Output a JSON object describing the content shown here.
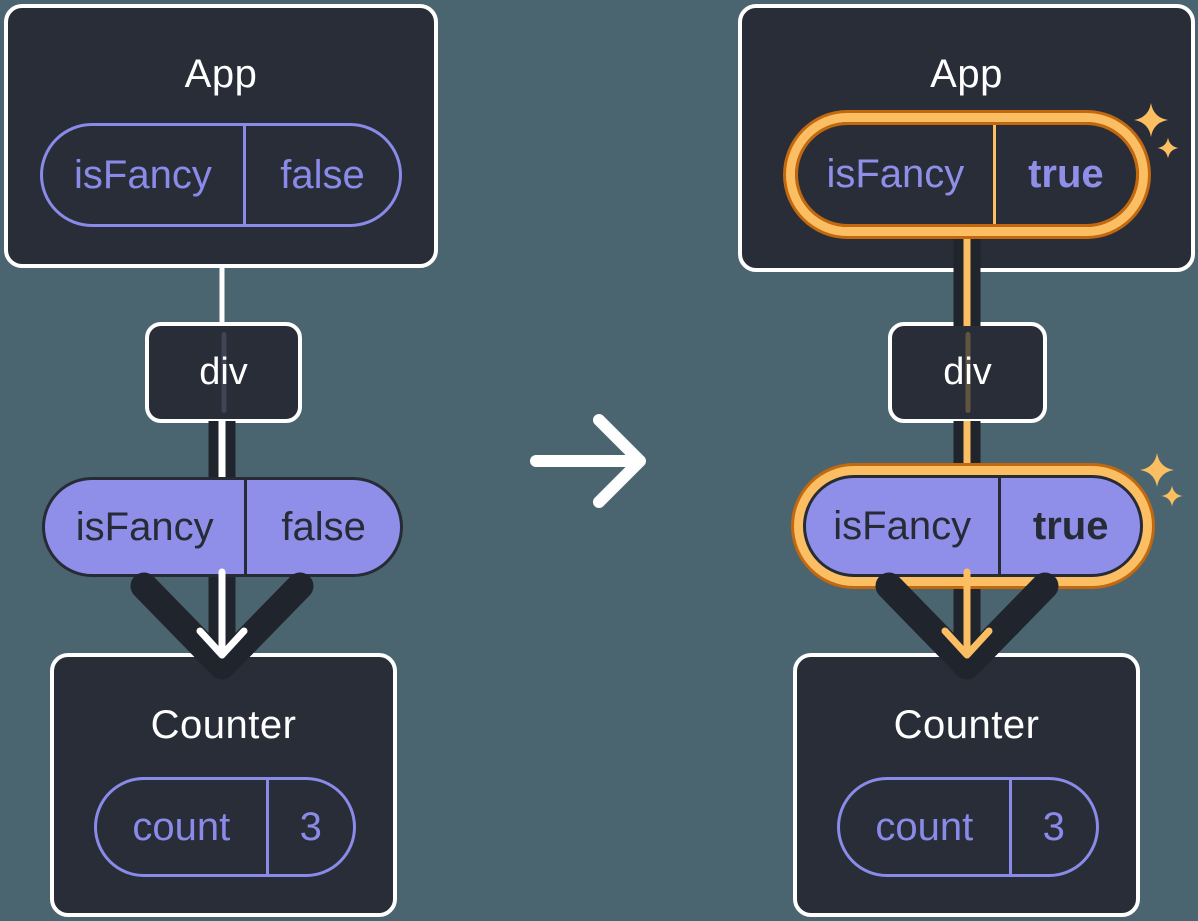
{
  "colors": {
    "background": "#4B6570",
    "card_fill": "#282D37",
    "card_border": "#FFFFFF",
    "purple": "#8A8AE8",
    "purple_pill_fill": "#8F8FEA",
    "dark_text": "#262B35",
    "arrow_dark": "#20242D",
    "highlight_band": "#FBBE62",
    "highlight_edge": "#C2690F"
  },
  "icons": {
    "transition": "arrow-right-icon",
    "flow": "arrow-down-icon",
    "highlight": "sparkle-icon"
  },
  "before": {
    "app": {
      "title": "App",
      "state_pill": {
        "name": "isFancy",
        "value": "false"
      }
    },
    "tree_node": "div",
    "passed_prop": {
      "name": "isFancy",
      "value": "false"
    },
    "counter": {
      "title": "Counter",
      "state_pill": {
        "name": "count",
        "value": "3"
      }
    }
  },
  "after": {
    "app": {
      "title": "App",
      "state_pill": {
        "name": "isFancy",
        "value": "true"
      }
    },
    "tree_node": "div",
    "passed_prop": {
      "name": "isFancy",
      "value": "true"
    },
    "counter": {
      "title": "Counter",
      "state_pill": {
        "name": "count",
        "value": "3"
      }
    }
  }
}
